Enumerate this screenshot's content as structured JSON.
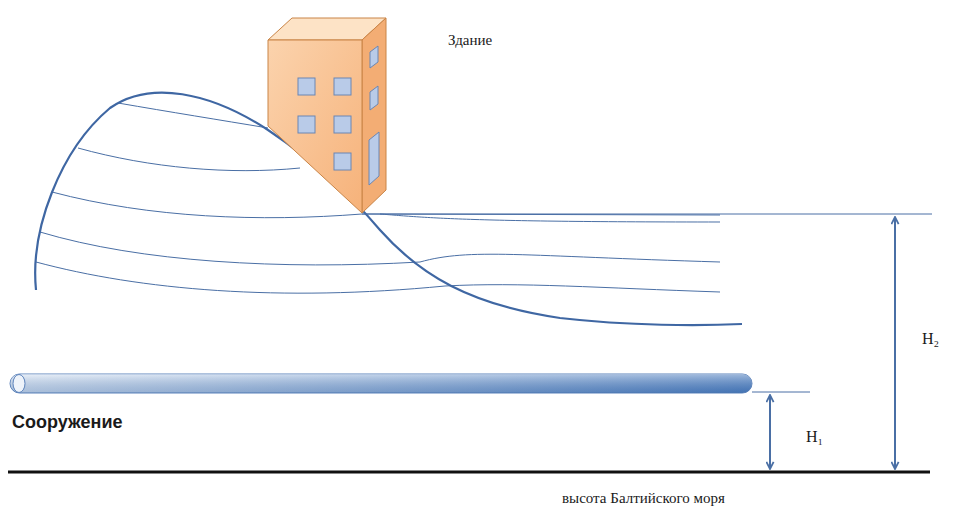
{
  "diagram": {
    "labels": [
      "Здание",
      "Сооружение",
      "H₁",
      "H₂",
      "высота Балтийского моря"
    ]
  }
}
